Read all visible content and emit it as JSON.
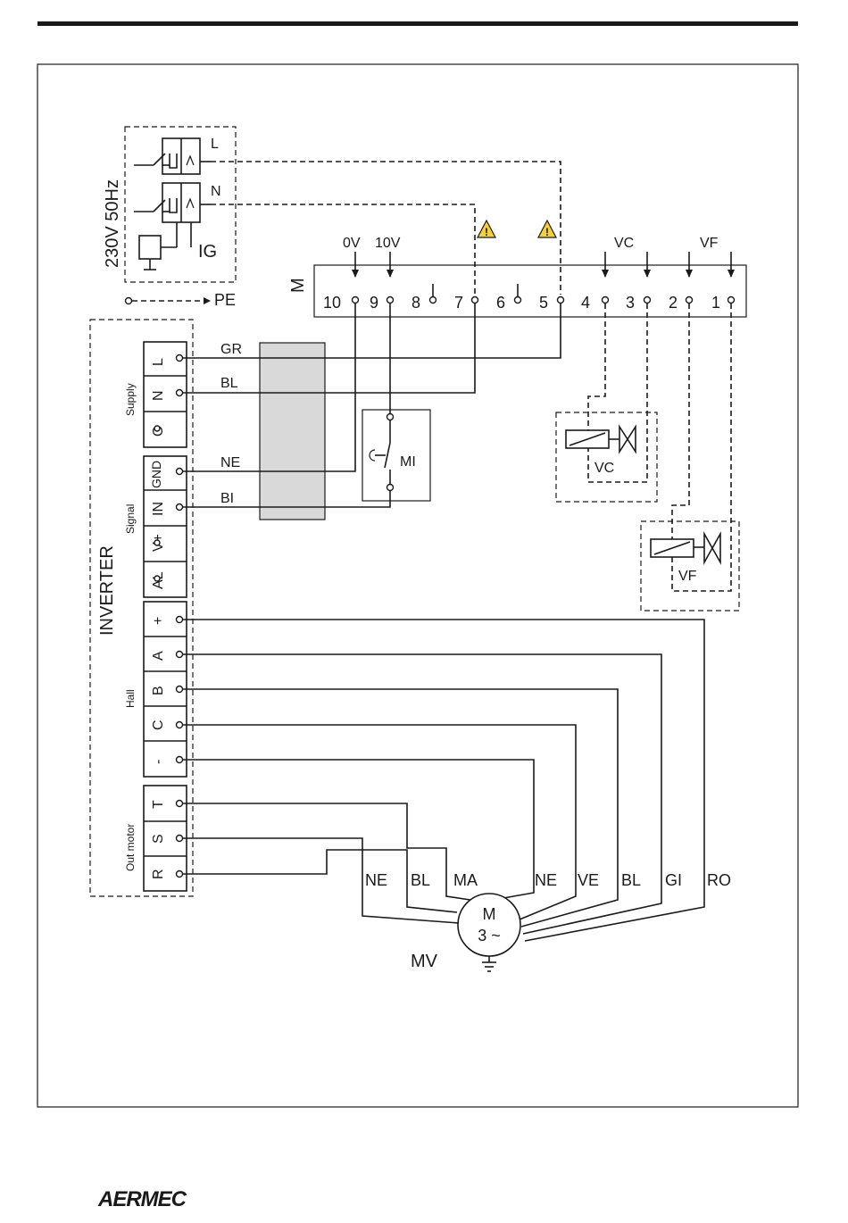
{
  "power": {
    "supply_label": "230V 50Hz",
    "line_label": "L",
    "neutral_label": "N",
    "switch_label": "IG",
    "earth_label": "PE"
  },
  "board": {
    "label": "M",
    "top_labels": {
      "zero_v": "0V",
      "ten_v": "10V",
      "vc": "VC",
      "vf": "VF"
    },
    "terminals": [
      "10",
      "9",
      "8",
      "7",
      "6",
      "5",
      "4",
      "3",
      "2",
      "1"
    ]
  },
  "inverter": {
    "label": "INVERTER",
    "groups": {
      "supply": "Supply",
      "signal": "Signal",
      "hall": "Hall",
      "out_motor": "Out motor"
    },
    "terminals": {
      "supply": [
        "L",
        "N",
        "O"
      ],
      "signal": [
        "GND",
        "IN",
        "V+",
        "AL"
      ],
      "hall": [
        "+",
        "A",
        "B",
        "C",
        "-"
      ],
      "out_motor": [
        "T",
        "S",
        "R"
      ]
    }
  },
  "wires": {
    "gr": "GR",
    "bl_supply": "BL",
    "ne_signal": "NE",
    "bi_signal": "BI"
  },
  "switch_mi": "MI",
  "valves": {
    "vc": "VC",
    "vf": "VF"
  },
  "motor": {
    "label": "MV",
    "symbol_top": "M",
    "symbol_bottom": "3 ~",
    "wire_labels": [
      "NE",
      "BL",
      "MA",
      "NE",
      "VE",
      "BL",
      "GI",
      "RO"
    ]
  },
  "footer": {
    "brand": "AERMEC"
  }
}
